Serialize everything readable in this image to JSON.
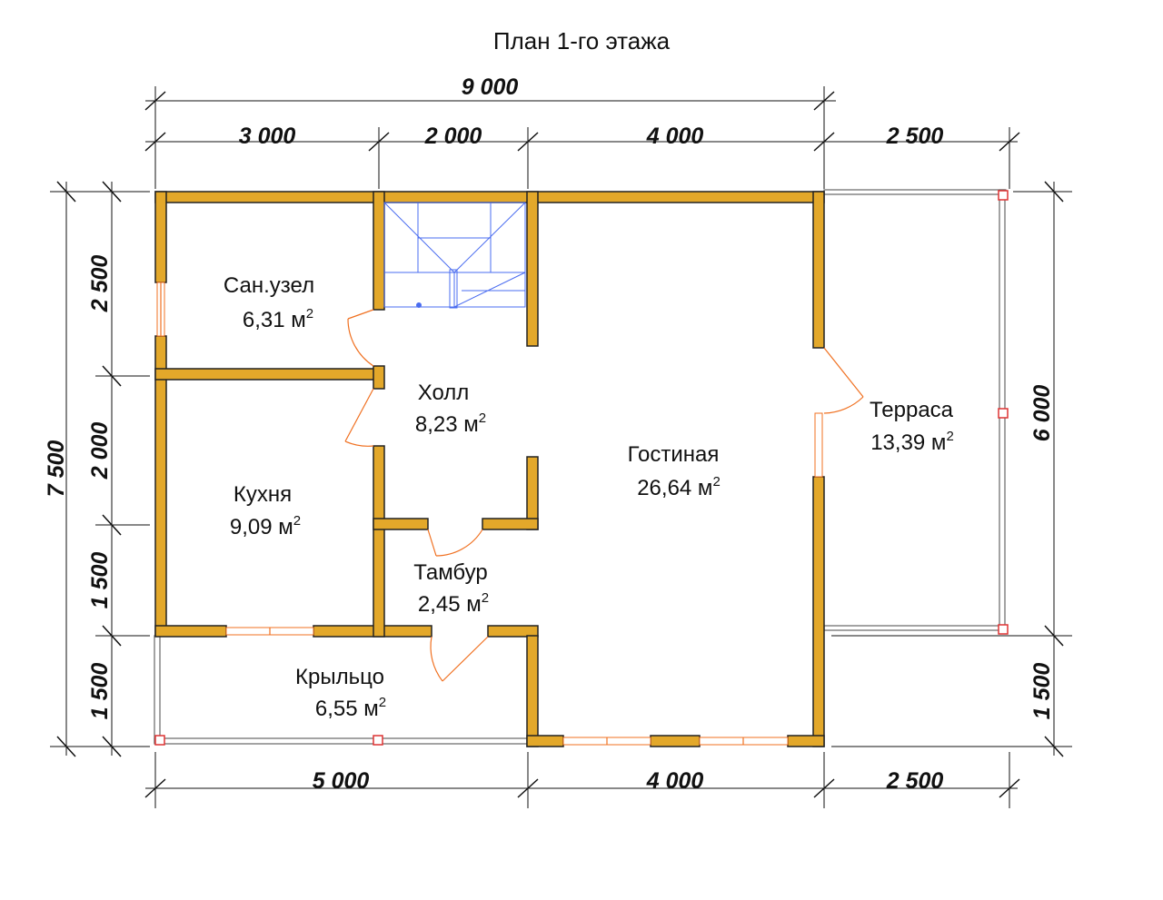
{
  "title": "План 1-го этажа",
  "dimensions": {
    "top_total": "9 000",
    "top": [
      "3 000",
      "2 000",
      "4 000",
      "2 500"
    ],
    "bottom": [
      "5 000",
      "4 000",
      "2 500"
    ],
    "left_total": "7 500",
    "left": [
      "2 500",
      "2 000",
      "1 500",
      "1 500"
    ],
    "right": [
      "6 000",
      "1 500"
    ]
  },
  "rooms": [
    {
      "name": "Сан.узел",
      "area": "6,31 м",
      "unit_power": "2"
    },
    {
      "name": "Холл",
      "area": "8,23 м",
      "unit_power": "2"
    },
    {
      "name": "Кухня",
      "area": "9,09 м",
      "unit_power": "2"
    },
    {
      "name": "Тамбур",
      "area": "2,45 м",
      "unit_power": "2"
    },
    {
      "name": "Гостиная",
      "area": "26,64 м",
      "unit_power": "2"
    },
    {
      "name": "Терраса",
      "area": "13,39 м",
      "unit_power": "2"
    },
    {
      "name": "Крыльцо",
      "area": "6,55 м",
      "unit_power": "2"
    }
  ],
  "colors": {
    "wall": "#e3a82a",
    "door": "#f07020",
    "stair": "#4a6cf0",
    "post": "#dd3333"
  }
}
